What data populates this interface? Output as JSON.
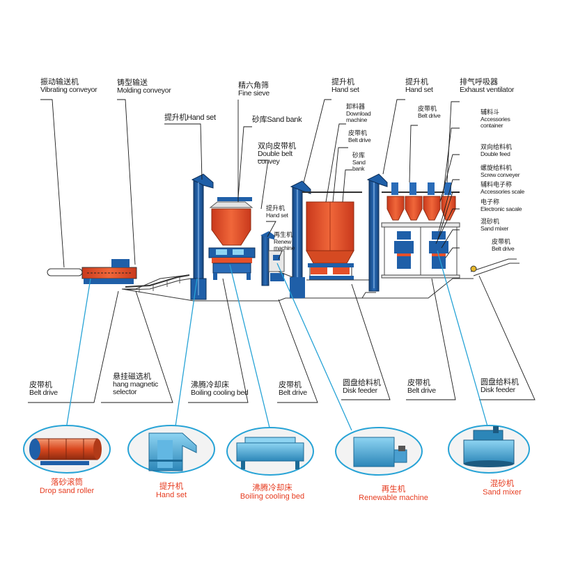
{
  "colors": {
    "accent_blue": "#1f5fa8",
    "machine_red": "#e6502a",
    "leader_cyan": "#27a3d6",
    "caption_red": "#e63b1f"
  },
  "top_labels": {
    "vibrating_conveyor": {
      "zh": "振动输送机",
      "en": "Vibrating conveyor"
    },
    "molding_conveyor": {
      "zh": "铸型输送",
      "en": "Molding conveyor"
    },
    "hand_set_1": {
      "zh": "提升机",
      "en": "Hand set",
      "inline": "提升机Hand set"
    },
    "fine_sieve": {
      "zh": "精六角筛",
      "en": "Fine sieve"
    },
    "sand_bank_1": {
      "zh": "砂库",
      "en": "Sand bank",
      "inline": "砂库Sand bank"
    },
    "double_belt": {
      "zh": "双向皮带机",
      "en": "Double belt",
      "en2": "convey"
    },
    "hand_set_2": {
      "zh": "提升机",
      "en": "Hand set"
    },
    "renew_machine": {
      "zh": "再生机",
      "en": "Renew",
      "en2": "machine"
    },
    "hand_set_3": {
      "zh": "提升机",
      "en": "Hand set"
    },
    "download_machine": {
      "zh": "卸料器",
      "en": "Download",
      "en2": "machine"
    },
    "belt_drive_top": {
      "zh": "皮带机",
      "en": "Belt drive"
    },
    "sand_bank_2": {
      "zh": "砂库",
      "en": "Sand",
      "en2": "bank"
    },
    "hand_set_4": {
      "zh": "提升机",
      "en": "Hand set"
    },
    "belt_drive_top2": {
      "zh": "皮带机",
      "en": "Belt drive"
    },
    "exhaust": {
      "zh": "排气呼吸器",
      "en": "Exhaust ventilator"
    },
    "accessories_container": {
      "zh": "辅料斗",
      "en": "Accessories",
      "en2": "container"
    },
    "double_feed": {
      "zh": "双向给料机",
      "en": "Double feed"
    },
    "screw_conveyer": {
      "zh": "螺旋给料机",
      "en": "Screw conveyer"
    },
    "accessories_scale": {
      "zh": "辅料电子称",
      "en": "Accessories scale"
    },
    "electronic_scale": {
      "zh": "电子称",
      "en": "Electronic sacale"
    },
    "sand_mixer_top": {
      "zh": "混砂机",
      "en": "Sand mixer"
    },
    "belt_drive_right": {
      "zh": "皮带机",
      "en": "Belt drive"
    }
  },
  "bottom_labels": {
    "belt_drive_1": {
      "zh": "皮带机",
      "en": "Belt drive"
    },
    "magnetic": {
      "zh": "悬挂磁选机",
      "en": "hang magnetic",
      "en2": "selector"
    },
    "boiling_bed": {
      "zh": "沸腾冷却床",
      "en": "Boiling cooling bed"
    },
    "belt_drive_2": {
      "zh": "皮带机",
      "en": "Belt drive"
    },
    "disk_feeder_1": {
      "zh": "圆盘给料机",
      "en": "Disk feeder"
    },
    "belt_drive_3": {
      "zh": "皮带机",
      "en": "Belt drive"
    },
    "disk_feeder_2": {
      "zh": "圆盘给料机",
      "en": "Disk feeder"
    }
  },
  "captions": [
    {
      "zh": "落砂滚筒",
      "en": "Drop sand roller"
    },
    {
      "zh": "提升机",
      "en": "Hand set"
    },
    {
      "zh": "沸腾冷却床",
      "en": "Boiling cooling bed"
    },
    {
      "zh": "再生机",
      "en": "Renewable machine"
    },
    {
      "zh": "混砂机",
      "en": "Sand mixer"
    }
  ]
}
